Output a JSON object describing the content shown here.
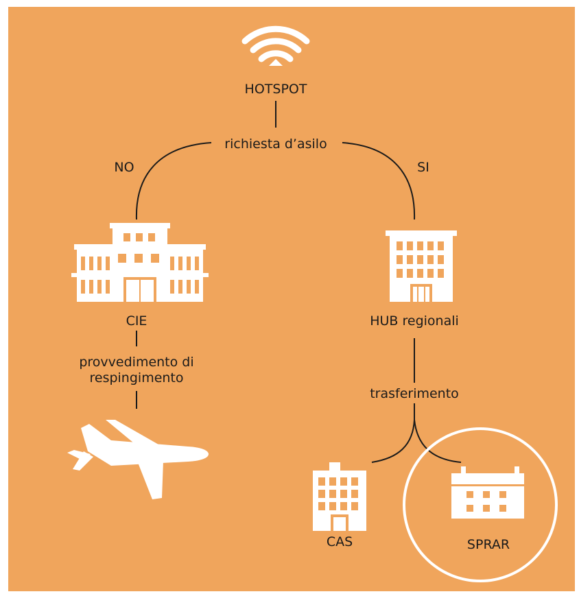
{
  "colors": {
    "background": "#F0A55C",
    "icon": "#FFFFFF",
    "line": "#1A1A1A",
    "text": "#1A1A1A"
  },
  "icons": {
    "top": "wifi-icon",
    "left_building": "government-building-icon",
    "right_building": "office-building-icon",
    "aircraft": "airplane-icon",
    "small_building": "office-building-icon",
    "calendar_building": "calendar-building-icon",
    "highlight": "circle-highlight"
  },
  "labels": {
    "hotspot": "HOTSPOT",
    "asylum_request": "richiesta d’asilo",
    "no": "NO",
    "yes": "SI",
    "cie": "CIE",
    "hub": "HUB regionali",
    "rejection_line1": "provvedimento di",
    "rejection_line2": "respingimento",
    "transfer": "trasferimento",
    "cas": "CAS",
    "sprar": "SPRAR"
  }
}
